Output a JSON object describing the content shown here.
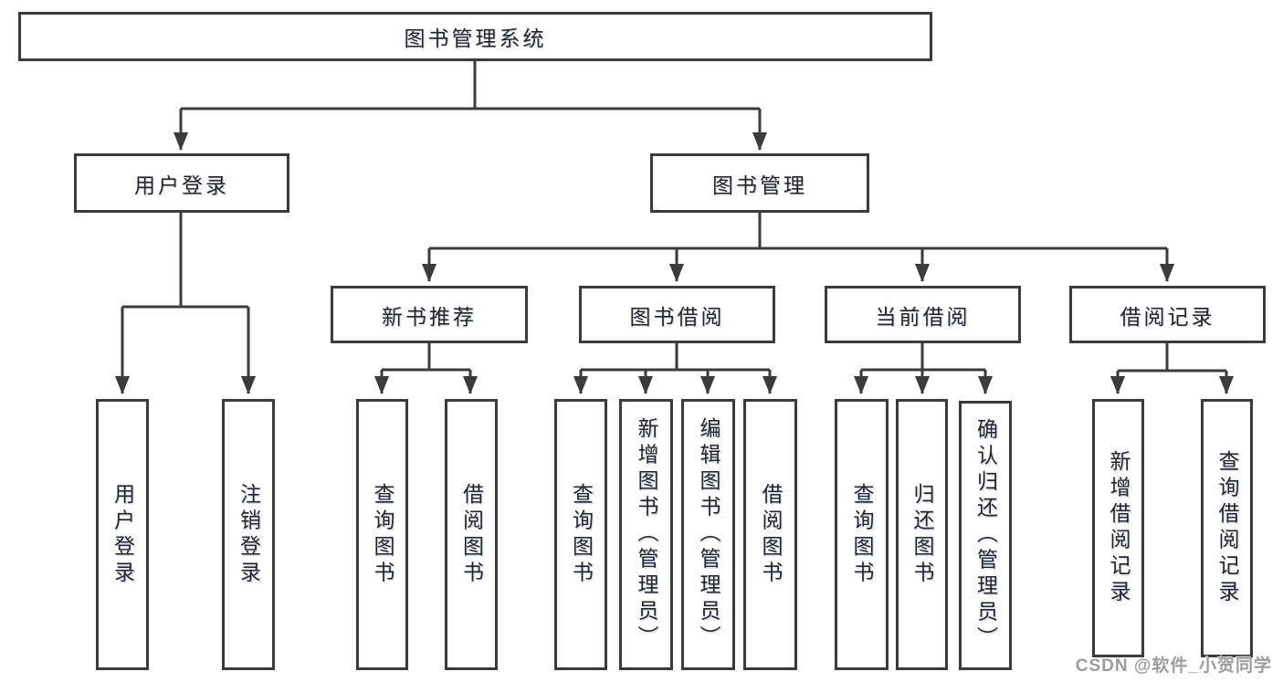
{
  "root": {
    "label": "图书管理系统"
  },
  "branches": {
    "user_login": {
      "label": "用户登录"
    },
    "book_management": {
      "label": "图书管理"
    }
  },
  "modules": [
    {
      "label": "新书推荐"
    },
    {
      "label": "图书借阅"
    },
    {
      "label": "当前借阅"
    },
    {
      "label": "借阅记录"
    }
  ],
  "leaves": {
    "user_login": [
      {
        "label": "用户登录"
      },
      {
        "label": "注销登录"
      }
    ],
    "new_book": [
      {
        "label": "查询图书"
      },
      {
        "label": "借阅图书"
      }
    ],
    "book_borrow": [
      {
        "label": "查询图书"
      },
      {
        "label": "新增图书（管理员）"
      },
      {
        "label": "编辑图书（管理员）"
      },
      {
        "label": "借阅图书"
      }
    ],
    "current_borrow": [
      {
        "label": "查询图书"
      },
      {
        "label": "归还图书"
      },
      {
        "label": "确认归还（管理员）"
      }
    ],
    "borrow_record": [
      {
        "label": "新增借阅记录"
      },
      {
        "label": "查询借阅记录"
      }
    ]
  },
  "watermark": {
    "text": "CSDN @软件_小贺同学"
  },
  "colors": {
    "line": "#3b3b3b",
    "text": "#262626",
    "background": "#ffffff",
    "watermark": "#9c9c9c"
  }
}
